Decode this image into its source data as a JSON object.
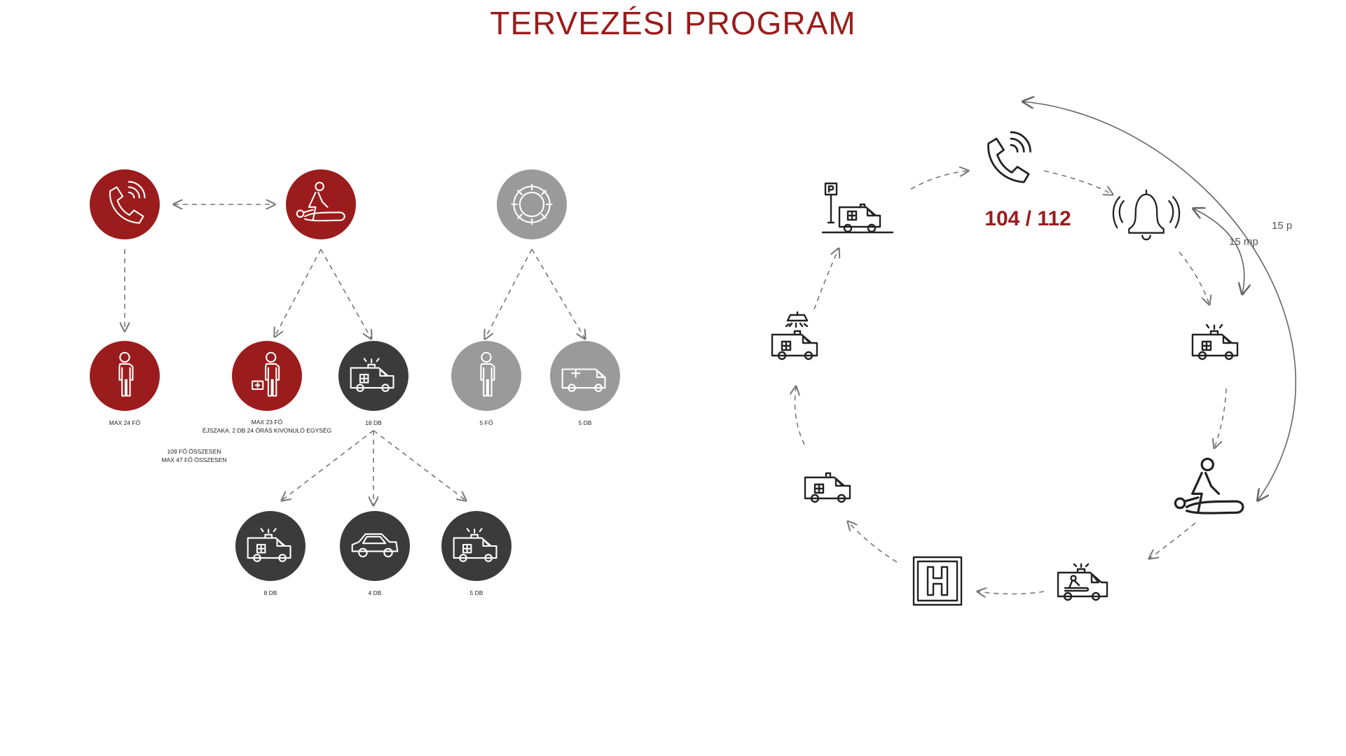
{
  "title": "TERVEZÉSI PROGRAM",
  "colors": {
    "red": "#9b1c1c",
    "dark": "#3b3b3b",
    "grey": "#9a9a9a",
    "line": "#777777",
    "icon": "#222222"
  },
  "left_diagram": {
    "nodes": [
      {
        "id": "phone",
        "icon": "phone-icon",
        "color": "red",
        "caption": ""
      },
      {
        "id": "cpr",
        "icon": "cpr-icon",
        "color": "red",
        "caption": ""
      },
      {
        "id": "gear",
        "icon": "gear-icon",
        "color": "grey",
        "caption": ""
      },
      {
        "id": "dispatcher-staff",
        "icon": "person-icon",
        "color": "red",
        "caption": "MAX 24 FŐ"
      },
      {
        "id": "medic-staff",
        "icon": "medic-person-icon",
        "color": "red",
        "caption": "MAX 23 FŐ"
      },
      {
        "id": "ambulances",
        "icon": "ambulance-icon",
        "color": "dark",
        "caption": "18 DB"
      },
      {
        "id": "tech-staff",
        "icon": "person-icon",
        "color": "grey",
        "caption": "5 FŐ"
      },
      {
        "id": "tech-vehicles",
        "icon": "van-icon",
        "color": "grey",
        "caption": "5 DB"
      },
      {
        "id": "ambulance-type-1",
        "icon": "ambulance-icon",
        "color": "dark",
        "caption": "8 DB"
      },
      {
        "id": "cars",
        "icon": "car-icon",
        "color": "dark",
        "caption": "4 DB"
      },
      {
        "id": "ambulance-type-2",
        "icon": "ambulance-icon",
        "color": "dark",
        "caption": "5 DB"
      }
    ],
    "notes": {
      "night": "ÉJSZAKA: 2 DB 24 ÓRÁS KIVONULÓ EGYSÉG",
      "total": "109 FŐ ÖSSZESEN",
      "max": "MAX 47 FŐ ÖSSZESEN"
    }
  },
  "cycle": {
    "number": "104 / 112",
    "short_time": "15 mp",
    "long_time": "15 p",
    "steps": [
      "phone-icon",
      "alarm-bell-icon",
      "ambulance-siren-icon",
      "cpr-icon",
      "ambulance-treatment-icon",
      "hospital-icon",
      "ambulance-icon",
      "ambulance-shower-icon",
      "ambulance-parking-icon"
    ]
  }
}
